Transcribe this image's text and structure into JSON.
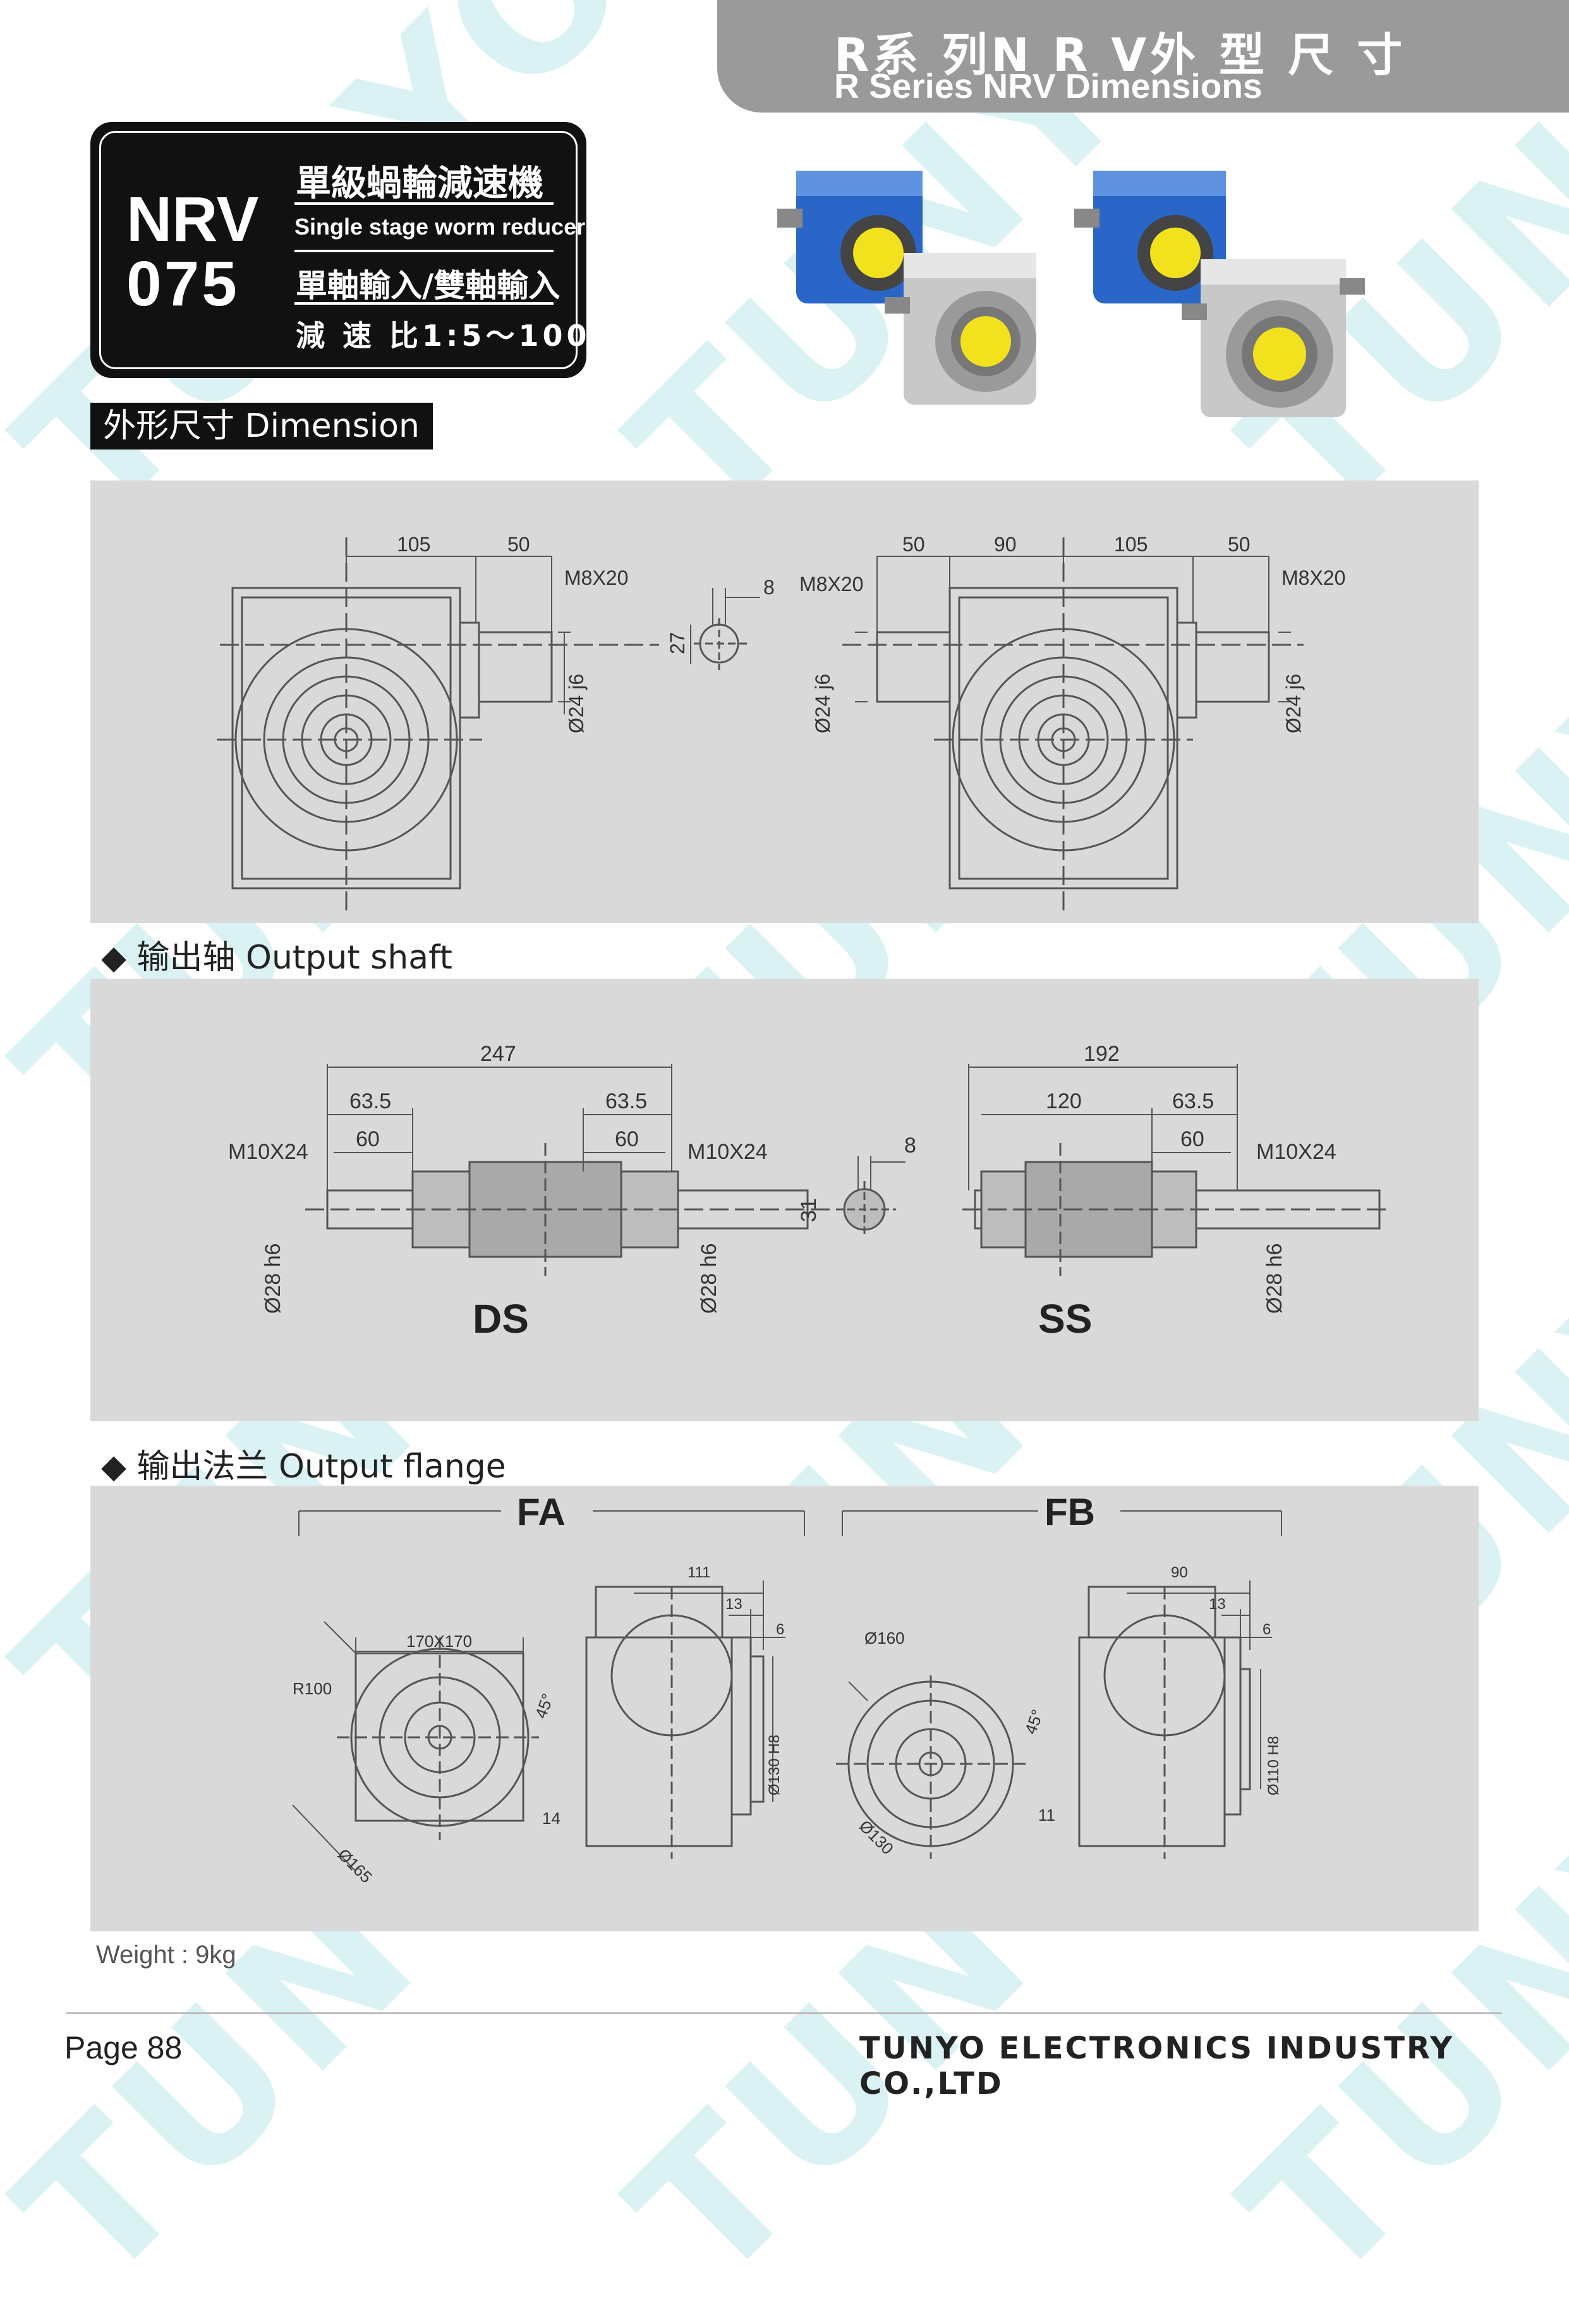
{
  "header": {
    "title_zh": "R系 列N R V外 型 尺 寸",
    "title_en": "R Series NRV Dimensions"
  },
  "badge": {
    "model_line1": "NRV",
    "model_line2": "075",
    "title_zh": "單級蝸輪減速機",
    "title_en": "Single stage worm reducer",
    "input_zh": "單軸輸入/雙軸輸入",
    "ratio": "減 速 比1:5～100"
  },
  "section_dimension": "外形尺寸 Dimension",
  "section_shaft": "◆ 输出轴 Output shaft",
  "section_flange": "◆ 输出法兰 Output flange",
  "drawing1": {
    "left": {
      "d105": "105",
      "d50": "50",
      "thread": "M8X20",
      "shaft": "Ø24 j6"
    },
    "key": {
      "w": "8",
      "h": "27"
    },
    "right": {
      "d50a": "50",
      "d90": "90",
      "d105": "105",
      "d50b": "50",
      "thread_left": "M8X20",
      "thread_right": "M8X20",
      "shaft_left": "Ø24 j6",
      "shaft_right": "Ø24 j6"
    }
  },
  "drawing2": {
    "ds": {
      "total": "247",
      "a": "63.5",
      "b": "63.5",
      "c": "60",
      "d": "60",
      "thread_left": "M10X24",
      "thread_right": "M10X24",
      "shaft_left": "Ø28 h6",
      "shaft_right": "Ø28 h6",
      "label": "DS"
    },
    "key": {
      "w": "8",
      "h": "31"
    },
    "ss": {
      "total": "192",
      "a": "120",
      "b": "63.5",
      "c": "60",
      "thread": "M10X24",
      "shaft": "Ø28 h6",
      "label": "SS"
    }
  },
  "drawing3": {
    "fa": {
      "label": "FA",
      "square": "170X170",
      "radius": "R100",
      "angle": "45°",
      "pcd": "Ø165",
      "hole": "14",
      "d111": "111",
      "d13": "13",
      "d6": "6",
      "spigot": "Ø130 H8"
    },
    "fb": {
      "label": "FB",
      "outer": "Ø160",
      "angle": "45°",
      "pcd": "Ø130",
      "hole": "11",
      "d90": "90",
      "d13": "13",
      "d6": "6",
      "spigot": "Ø110 H8"
    }
  },
  "weight": "Weight : 9kg",
  "footer": {
    "page": "Page 88",
    "company": "TUNYO ELECTRONICS INDUSTRY CO.,LTD"
  },
  "watermark": "TUNYO",
  "colors": {
    "header_tab": "#9a9a9a",
    "panel": "#d9d9d9",
    "watermark": "#bfe9ec",
    "motor_blue": "#2a66c8",
    "motor_silver": "#c8c8c8",
    "seal_yellow": "#f2e21d"
  }
}
